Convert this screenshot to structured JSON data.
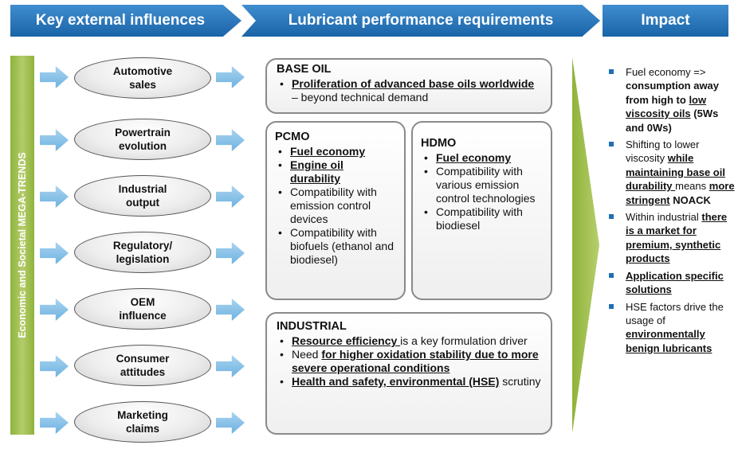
{
  "headers": {
    "influences": "Key external influences",
    "requirements": "Lubricant performance requirements",
    "impact": "Impact"
  },
  "side_label": "Economic and Societal MEGA-TRENDS",
  "influences": [
    {
      "line1": "Automotive",
      "line2": "sales"
    },
    {
      "line1": "Powertrain",
      "line2": "evolution"
    },
    {
      "line1": "Industrial",
      "line2": "output"
    },
    {
      "line1": "Regulatory/",
      "line2": "legislation"
    },
    {
      "line1": "OEM",
      "line2": "influence"
    },
    {
      "line1": "Consumer",
      "line2": "attitudes"
    },
    {
      "line1": "Marketing",
      "line2": "claims"
    }
  ],
  "base_oil": {
    "title": "BASE OIL",
    "item_bold": "Proliferation of advanced base oils worldwide",
    "item_rest": " – beyond technical demand"
  },
  "pcmo": {
    "title": "PCMO",
    "items": [
      "Fuel economy",
      "Engine oil durability",
      "Compatibility with emission control devices",
      "Compatibility with biofuels (ethanol and biodiesel)"
    ]
  },
  "hdmo": {
    "title": "HDMO",
    "items": [
      "Fuel economy",
      "Compatibility with various emission control technologies",
      "Compatibility with biodiesel"
    ]
  },
  "industrial": {
    "title": "INDUSTRIAL",
    "i1_bold": "Resource efficiency ",
    "i1_rest": "is a key formulation driver",
    "i2_pre": "Need ",
    "i2_bold": "for higher oxidation stability due to more severe operational conditions",
    "i3_bold": "Health and safety, environmental (HSE)",
    "i3_rest": " scrutiny"
  },
  "impact": {
    "i1_a": "Fuel economy => ",
    "i1_b": "consumption away from high to ",
    "i1_c": "low viscosity oils",
    "i1_d": " (5Ws and 0Ws)",
    "i2_a": "Shifting to lower viscosity ",
    "i2_b": "while maintaining base oil durability ",
    "i2_c": "means ",
    "i2_d": "more stringent",
    "i2_e": " NOACK",
    "i3_a": "Within industrial ",
    "i3_b": "there is a market for premium, synthetic products",
    "i4_a": "Application specific solutions",
    "i5_a": "HSE factors drive the usage of ",
    "i5_b": "environmentally benign lubricants"
  },
  "colors": {
    "header_blue": "#1f6fb5",
    "trend_green": "#8fb33a",
    "arrow_blue": "#6eb2e0"
  }
}
